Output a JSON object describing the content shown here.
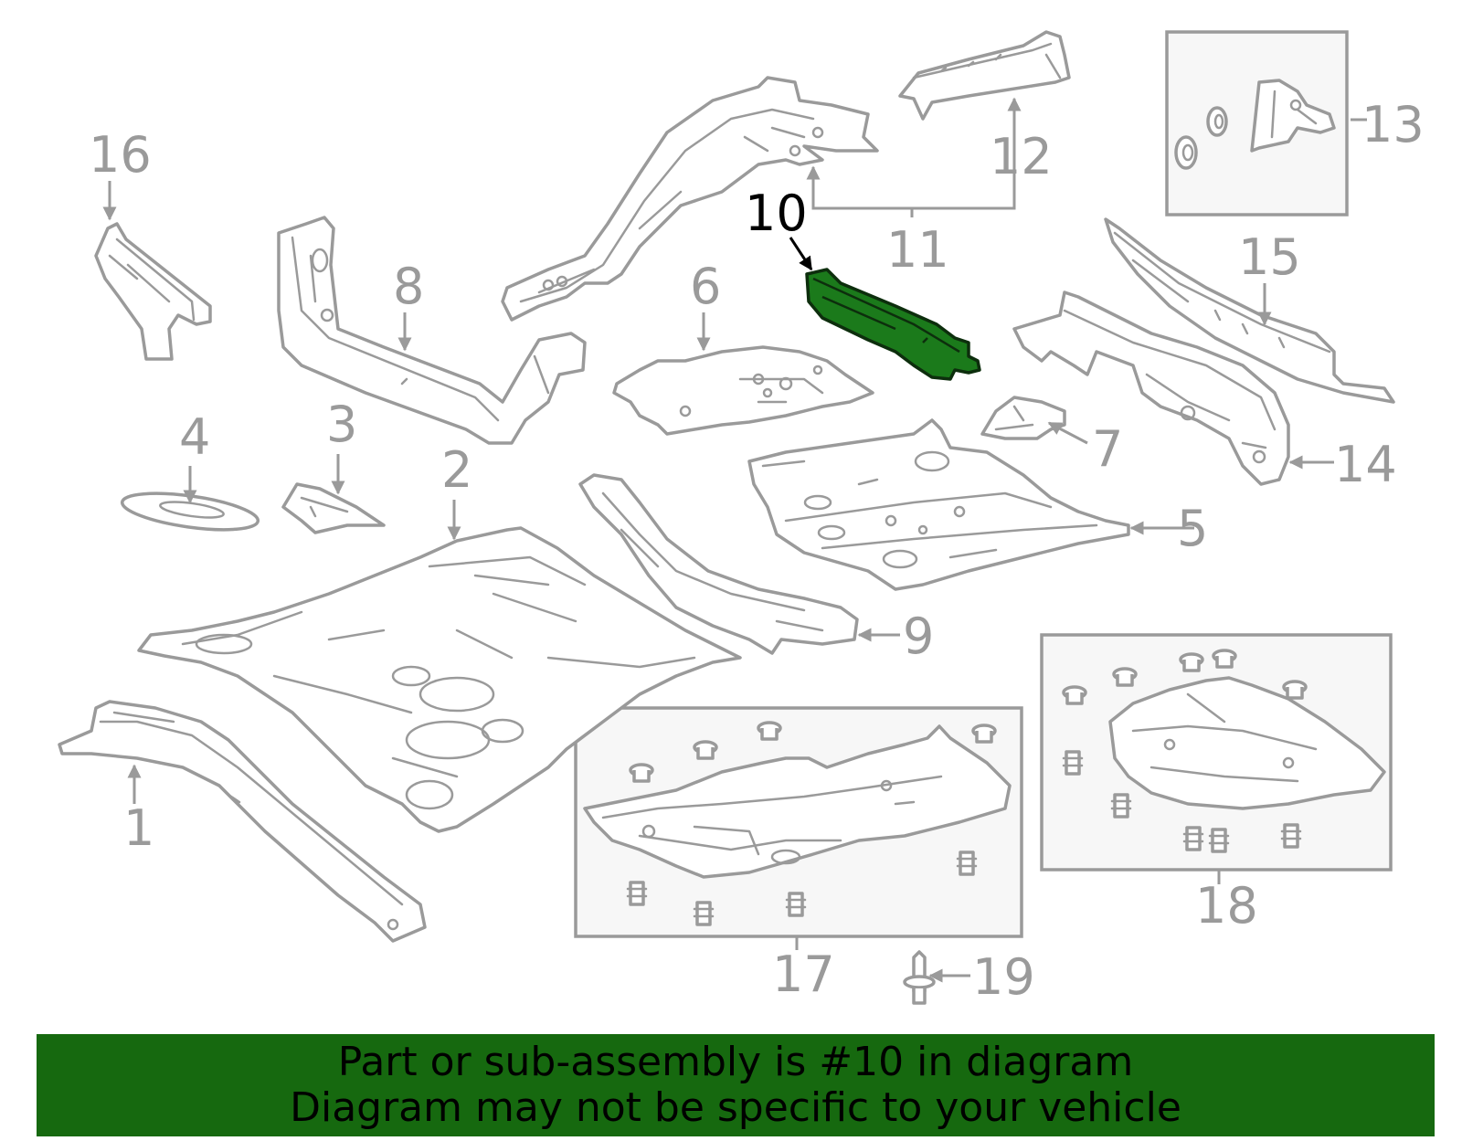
{
  "callouts": {
    "c1": "1",
    "c2": "2",
    "c3": "3",
    "c4": "4",
    "c5": "5",
    "c6": "6",
    "c7": "7",
    "c8": "8",
    "c9": "9",
    "c10": "10",
    "c11": "11",
    "c12": "12",
    "c13": "13",
    "c14": "14",
    "c15": "15",
    "c16": "16",
    "c17": "17",
    "c18": "18",
    "c19": "19"
  },
  "highlight": {
    "callout": "10",
    "color": "#1b7a1b"
  },
  "banner": {
    "line1": "Part or sub-assembly is #10 in diagram",
    "line2": "Diagram may not be specific to your vehicle",
    "background": "#16690f"
  }
}
